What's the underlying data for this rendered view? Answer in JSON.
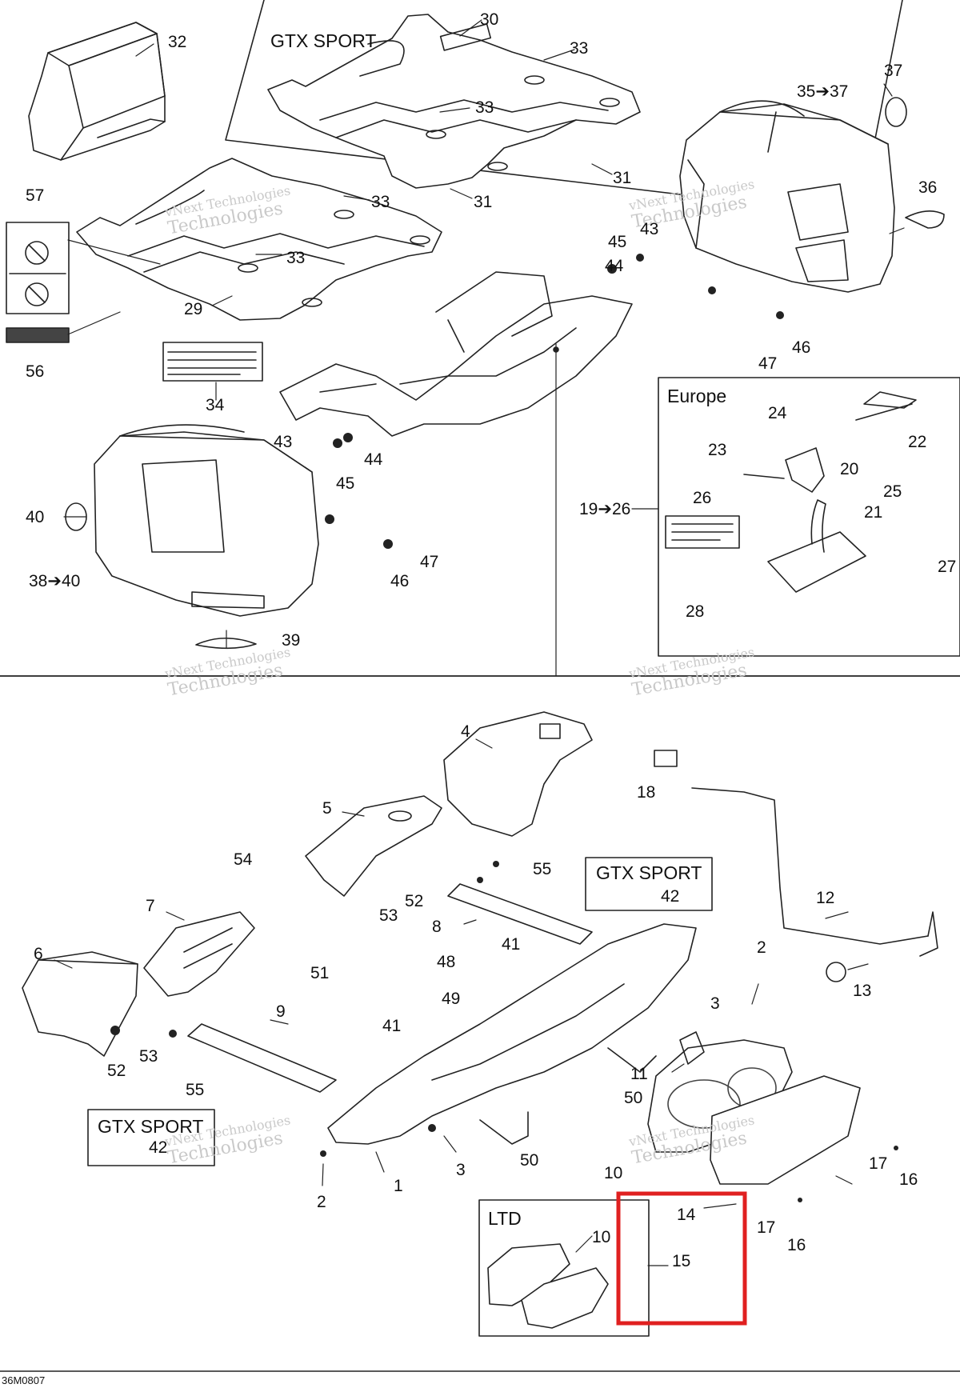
{
  "diagram": {
    "drawing_code": "36M0807",
    "watermark": {
      "line1": "vNext Technologies",
      "line2": "Technologies"
    },
    "sections": {
      "gtx_sport_top": "GTX SPORT",
      "europe": "Europe",
      "gtx_sport_mid": "GTX SPORT",
      "gtx_sport_low": "GTX SPORT",
      "ltd": "LTD"
    },
    "callouts": {
      "c1": "1",
      "c2a": "2",
      "c2b": "2",
      "c3a": "3",
      "c3b": "3",
      "c4": "4",
      "c5": "5",
      "c6": "6",
      "c7": "7",
      "c8": "8",
      "c9": "9",
      "c10a": "10",
      "c10b": "10",
      "c11": "11",
      "c12": "12",
      "c13": "13",
      "c14": "14",
      "c15": "15",
      "c16a": "16",
      "c16b": "16",
      "c17a": "17",
      "c17b": "17",
      "c18": "18",
      "c19_26": "19➔26",
      "c20": "20",
      "c21": "21",
      "c22": "22",
      "c23": "23",
      "c24": "24",
      "c25": "25",
      "c26": "26",
      "c27": "27",
      "c28": "28",
      "c29": "29",
      "c30": "30",
      "c31a": "31",
      "c31b": "31",
      "c32": "32",
      "c33a": "33",
      "c33b": "33",
      "c33c": "33",
      "c33d": "33",
      "c34": "34",
      "c35_37": "35➔37",
      "c36": "36",
      "c37": "37",
      "c38_40": "38➔40",
      "c39": "39",
      "c40": "40",
      "c41a": "41",
      "c41b": "41",
      "c42a": "42",
      "c42b": "42",
      "c43a": "43",
      "c43b": "43",
      "c44a": "44",
      "c44b": "44",
      "c45a": "45",
      "c45b": "45",
      "c46a": "46",
      "c46b": "46",
      "c47a": "47",
      "c47b": "47",
      "c48": "48",
      "c49": "49",
      "c50a": "50",
      "c50b": "50",
      "c51": "51",
      "c52a": "52",
      "c52b": "52",
      "c53a": "53",
      "c53b": "53",
      "c54": "54",
      "c55a": "55",
      "c55b": "55",
      "c56": "56",
      "c57": "57"
    },
    "highlight": {
      "color": "#e02020",
      "target": "15"
    },
    "colors": {
      "line": "#222222",
      "fill": "#ffffff",
      "dark": "#444444",
      "watermark": "#c9c9c9"
    }
  }
}
